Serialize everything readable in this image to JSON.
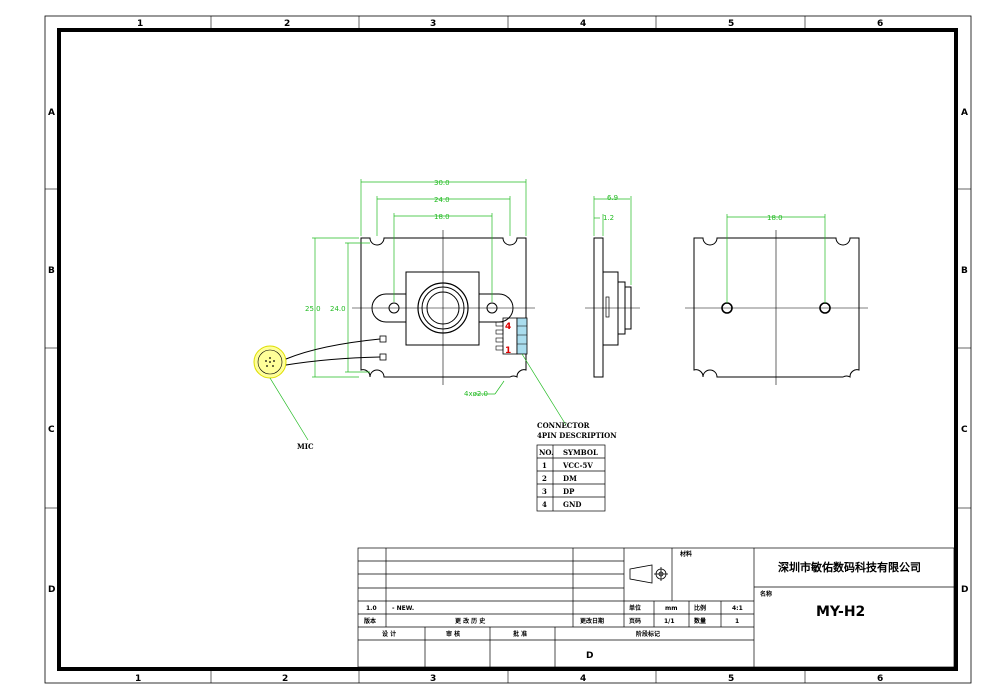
{
  "frame": {
    "col_labels": [
      "1",
      "2",
      "3",
      "4",
      "5",
      "6"
    ],
    "row_labels": [
      "A",
      "B",
      "C",
      "D"
    ]
  },
  "dimensions": {
    "top_width_outer": "30.0",
    "top_width_mid": "24.0",
    "top_width_inner": "18.0",
    "left_height_outer": "25.0",
    "left_height_inner": "24.0",
    "holes": "4xø2.0",
    "side_total": "6.9",
    "side_board": "1.2",
    "right_spacing": "18.0"
  },
  "pins": {
    "pin4": "4",
    "pin1": "1"
  },
  "mic": {
    "label": "MIC"
  },
  "connector": {
    "title": "CONNECTOR",
    "subtitle": "4PIN DESCRIPTION",
    "header_no": "NO.",
    "header_symbol": "SYMBOL",
    "rows": [
      {
        "no": "1",
        "symbol": "VCC-5V"
      },
      {
        "no": "2",
        "symbol": "DM"
      },
      {
        "no": "3",
        "symbol": "DP"
      },
      {
        "no": "4",
        "symbol": "GND"
      }
    ]
  },
  "title_block": {
    "material_label": "材料",
    "company": "深圳市敏佑数码科技有限公司",
    "name_label": "名称",
    "model": "MY-H2",
    "version": "1.0",
    "version_note": "- NEW.",
    "unit_label": "单位",
    "unit_value": "mm",
    "scale_label": "比例",
    "scale_value": "4:1",
    "version_col": "版本",
    "history_col": "更 改 历 史",
    "change_date_col": "更改日期",
    "page_label": "页码",
    "page_value": "1/1",
    "qty_label": "数量",
    "qty_value": "1",
    "design_label": "设 计",
    "review_label": "审 核",
    "approve_label": "批 准",
    "stage_label": "阶段标记",
    "stage_value": "D"
  }
}
